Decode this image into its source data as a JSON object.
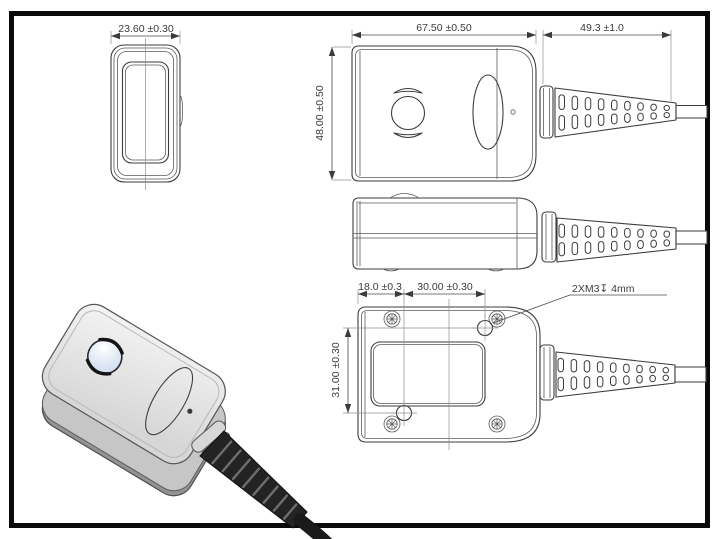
{
  "drawing": {
    "dimensions": {
      "front_width": "23.60 ±0.30",
      "body_length": "67.50 ±0.50",
      "boot_length": "49.3 ±1.0",
      "body_width": "48.00 ±0.50",
      "hole_edge_offset": "18.0 ±0.3",
      "hole_spacing_horizontal": "30.00 ±0.30",
      "hole_spacing_vertical": "31.00 ±0.30",
      "mounting_hole_callout": "2XM3↧ 4mm"
    },
    "colors": {
      "frame": "#000000",
      "line": "#3c3c3c",
      "body_top": "#e9e9e9",
      "body_side": "#9a9a9a",
      "button": "#d9e5f5",
      "boot": "#232323"
    }
  }
}
